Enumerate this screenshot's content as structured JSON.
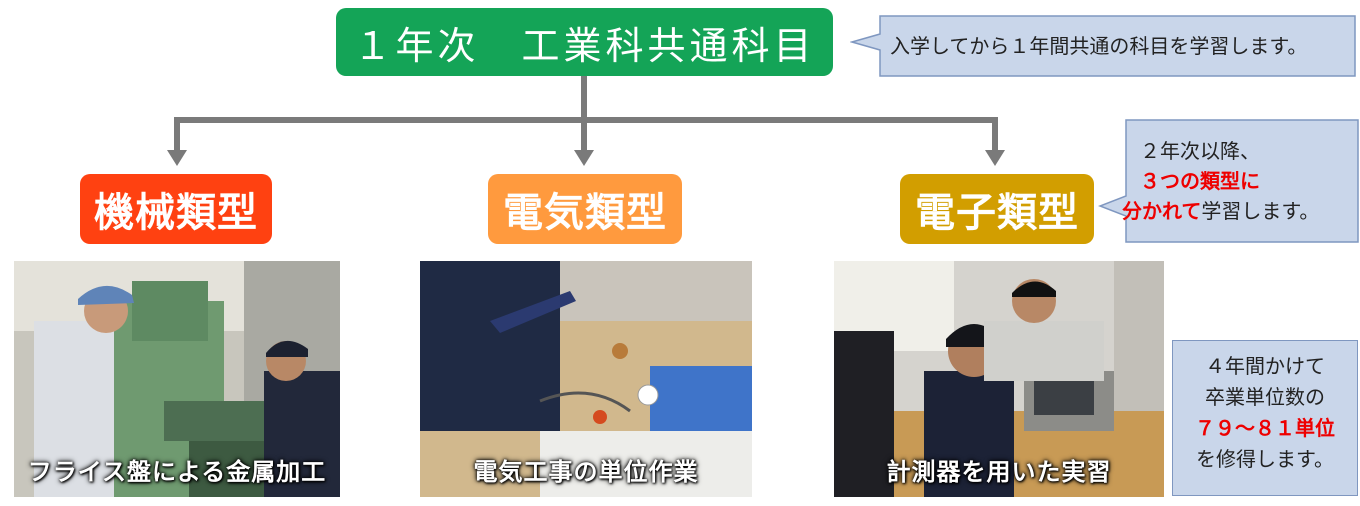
{
  "top_box": {
    "label": "１年次　工業科共通科目",
    "color": "#14a457"
  },
  "callout_first_year": {
    "text": "入学してから１年間共通の科目を学習します。"
  },
  "categories": [
    {
      "label": "機械類型",
      "color": "#ff4111",
      "photo_caption": "フライス盤による金属加工"
    },
    {
      "label": "電気類型",
      "color": "#ff9a3e",
      "photo_caption": "電気工事の単位作業"
    },
    {
      "label": "電子類型",
      "color": "#d29e00",
      "photo_caption": "計測器を用いた実習"
    }
  ],
  "callout_types": {
    "line1": "２年次以降、",
    "line2_red": "３つの類型に",
    "line3_red": "分かれて",
    "line3_rest": "学習します。"
  },
  "callout_credits": {
    "line1": "４年間かけて",
    "line2": "卒業単位数の",
    "line3_red": "７９～８１単位",
    "line4": "を修得します。"
  }
}
